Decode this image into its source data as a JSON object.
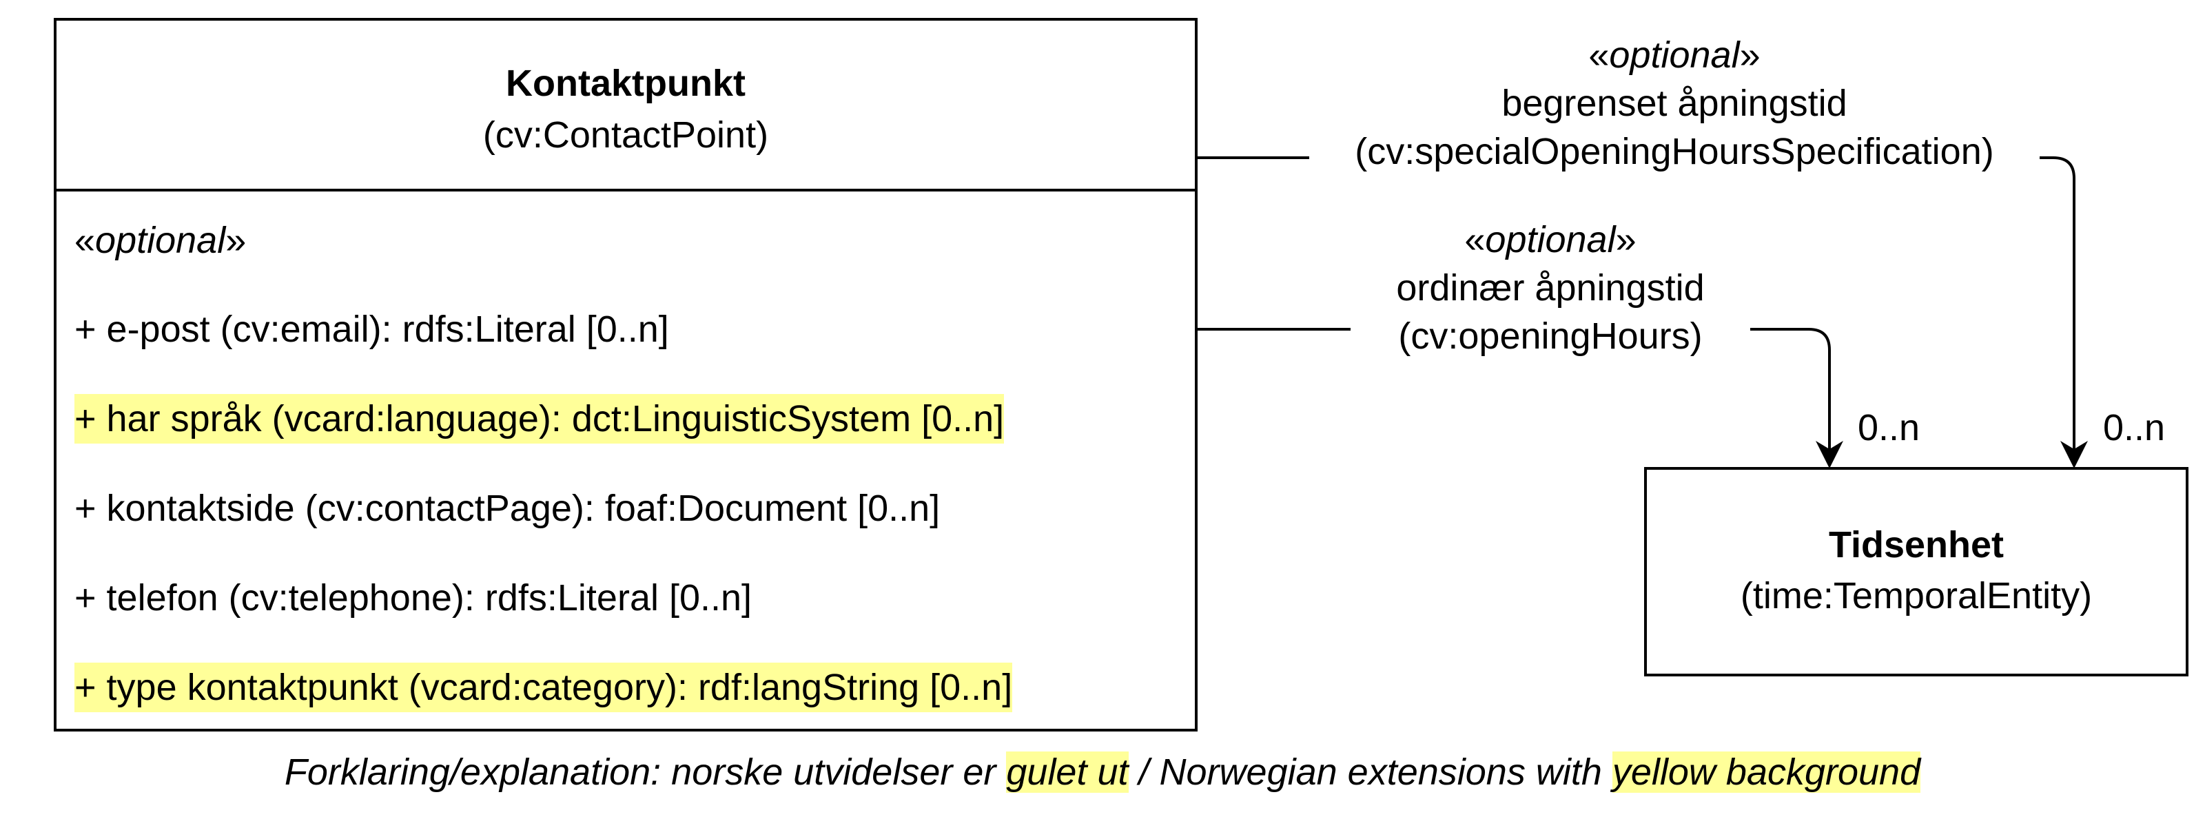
{
  "contact_point": {
    "name": "Kontaktpunkt",
    "uri": "(cv:ContactPoint)",
    "stereotype_open": "«",
    "stereotype": "optional",
    "stereotype_close": "»",
    "attributes": [
      {
        "text": "+ e-post (cv:email): rdfs:Literal [0..n]",
        "highlighted": false
      },
      {
        "text": "+ har språk (vcard:language): dct:LinguisticSystem [0..n]",
        "highlighted": true
      },
      {
        "text": "+ kontaktside (cv:contactPage): foaf:Document [0..n]",
        "highlighted": false
      },
      {
        "text": "+ telefon (cv:telephone): rdfs:Literal [0..n]",
        "highlighted": false
      },
      {
        "text": "+ type kontaktpunkt (vcard:category): rdf:langString [0..n]",
        "highlighted": true
      }
    ]
  },
  "temporal_entity": {
    "name": "Tidsenhet",
    "uri": "(time:TemporalEntity)"
  },
  "associations": [
    {
      "stereotype_open": "«",
      "stereotype": "optional",
      "stereotype_close": "»",
      "name": "begrenset åpningstid",
      "property": "(cv:specialOpeningHoursSpecification)",
      "multiplicity": "0..n"
    },
    {
      "stereotype_open": "«",
      "stereotype": "optional",
      "stereotype_close": "»",
      "name": "ordinær åpningstid",
      "property": "(cv:openingHours)",
      "multiplicity": "0..n"
    }
  ],
  "legend": {
    "prefix": "Forklaring/explanation: norske utvidelser er ",
    "hl1": "gulet ut",
    "middle": " / Norwegian extensions with ",
    "hl2": "yellow background"
  },
  "colors": {
    "highlight": "#ffff99",
    "line": "#000000"
  }
}
